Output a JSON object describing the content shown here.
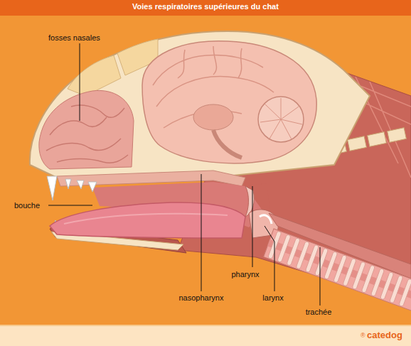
{
  "diagram": {
    "title": "Voies respiratoires supérieures du chat",
    "labels": [
      "fosses nasales",
      "bouche",
      "nasopharynx",
      "pharynx",
      "larynx",
      "trachée",
      "®",
      "catedog"
    ]
  }
}
